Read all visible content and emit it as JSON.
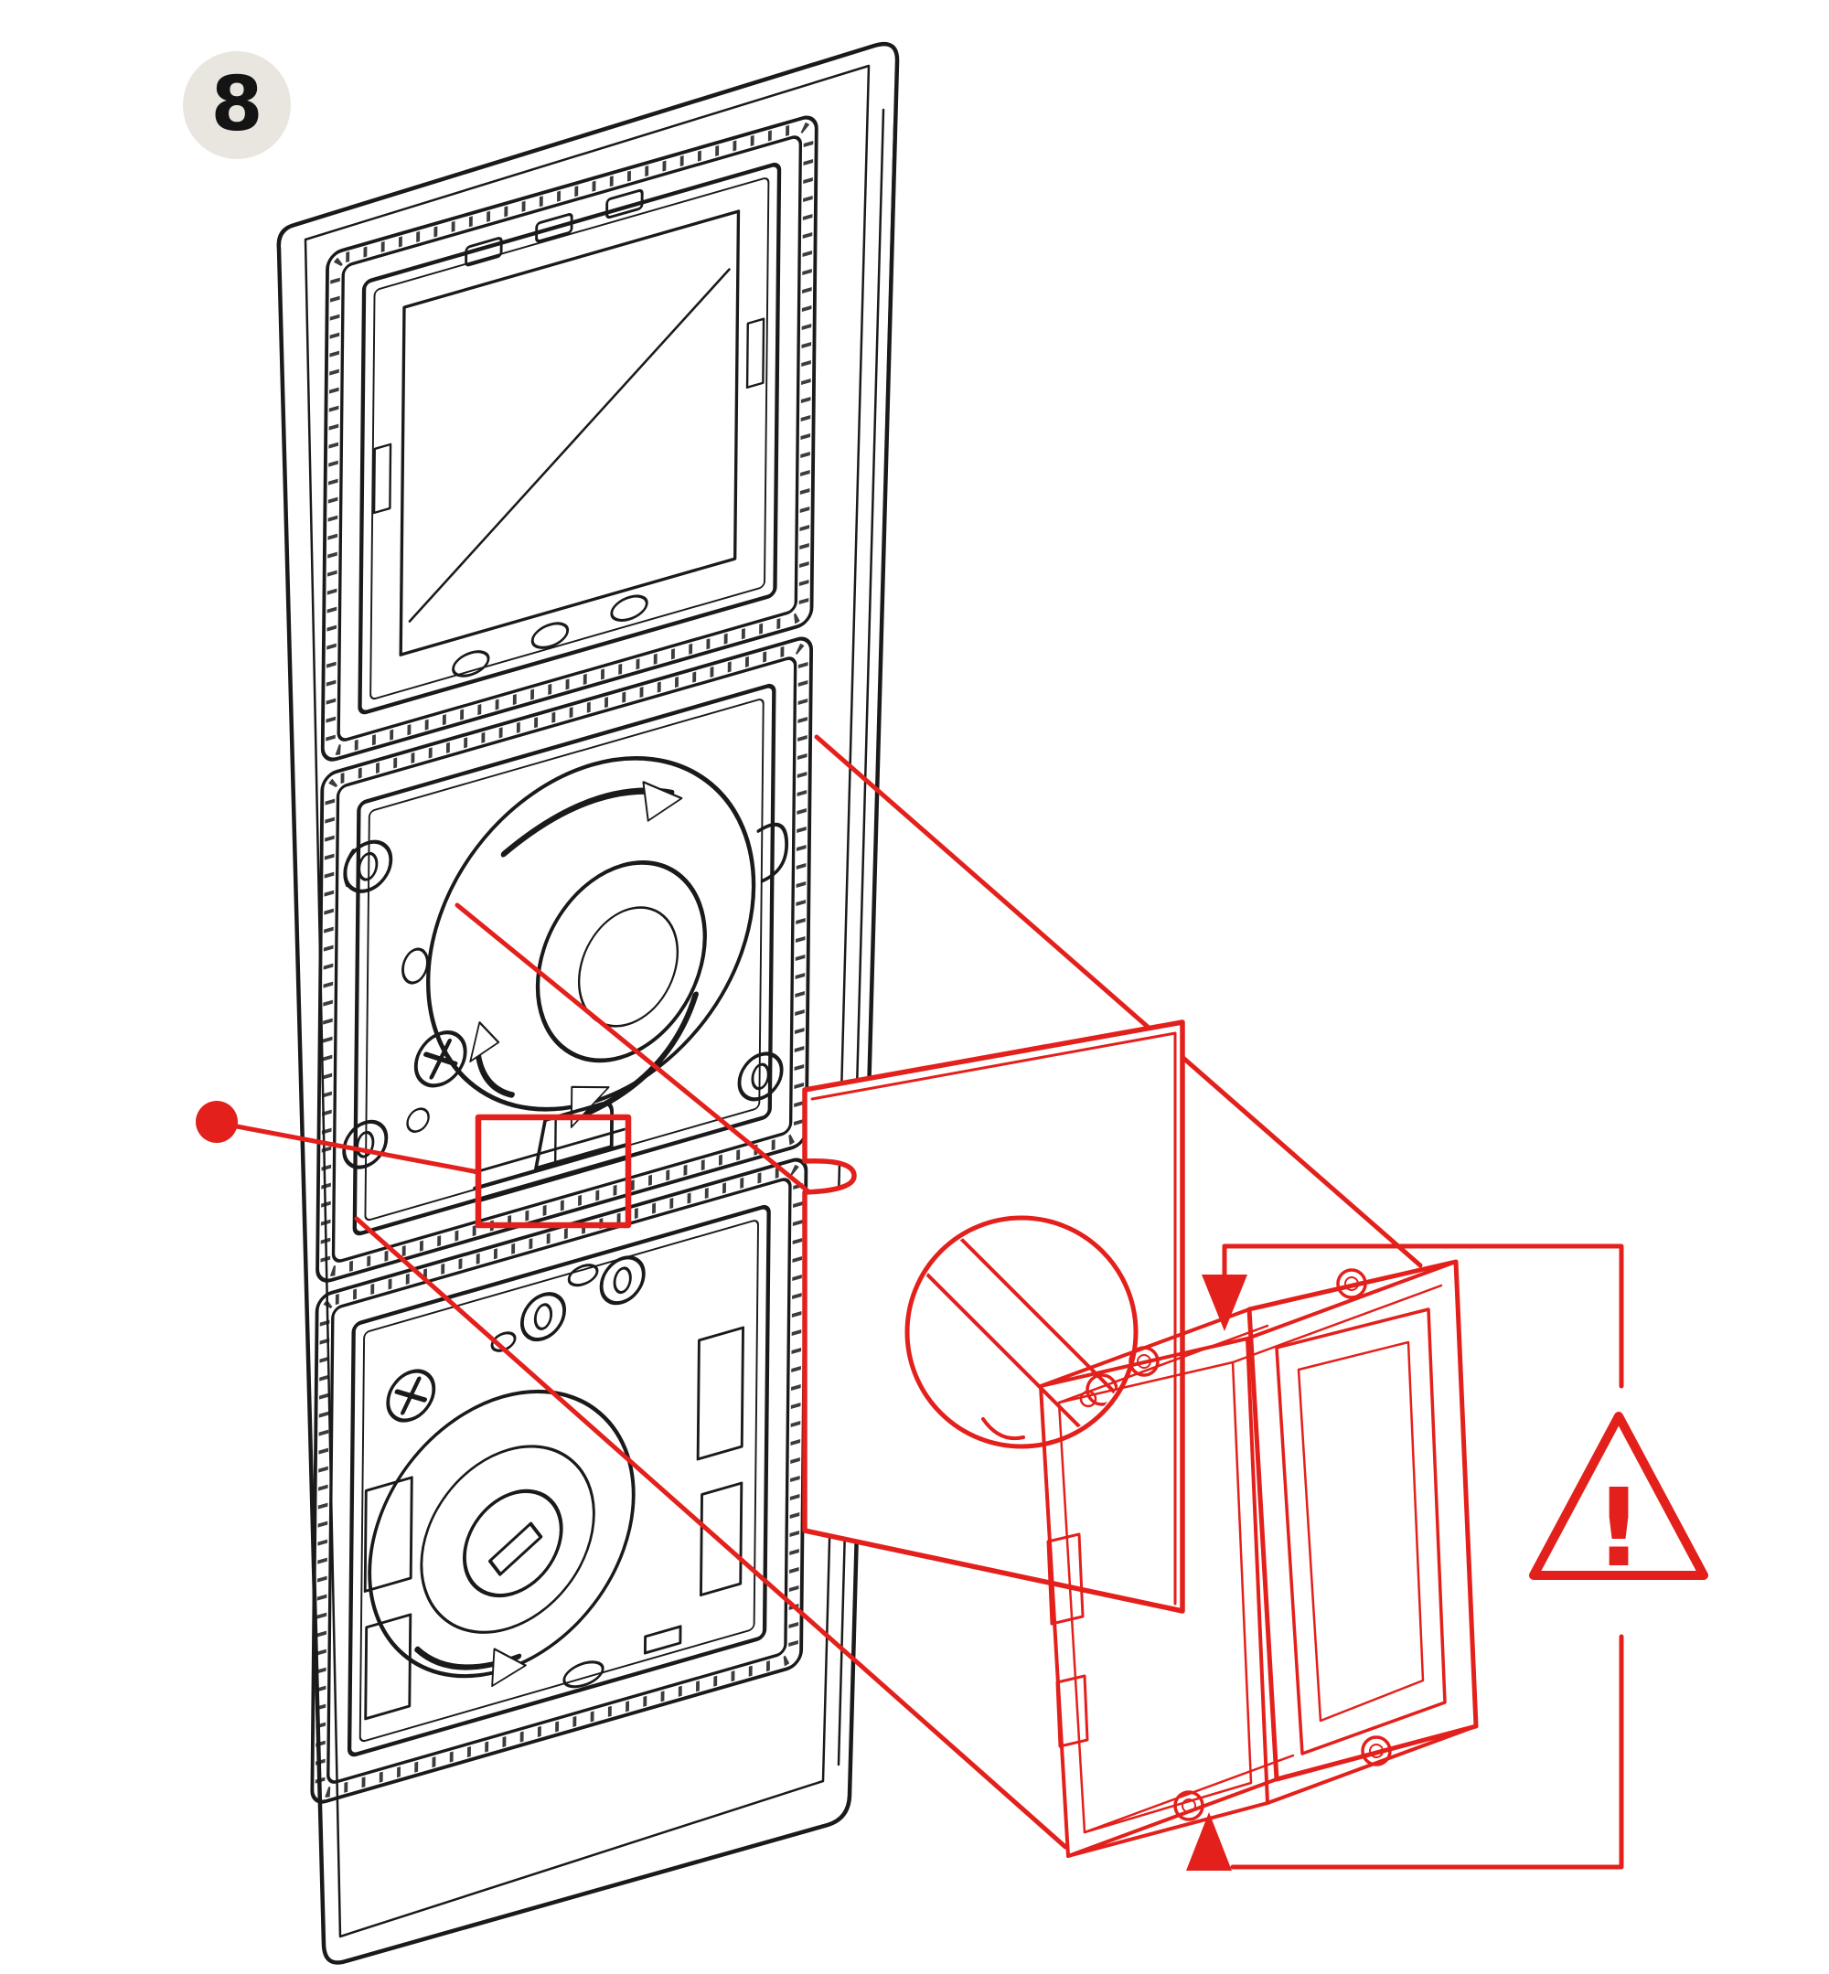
{
  "figure": {
    "kind": "installation-step-diagram",
    "step_label": "8"
  },
  "badge": {
    "label": "8",
    "background": "#e9e6e0",
    "text_color": "#141414"
  },
  "colors": {
    "background": "#ffffff",
    "ink": "#1a1a1a",
    "annotation": "#e3201b"
  },
  "warning": {
    "symbol": "!"
  },
  "icon_names": [
    "step-badge",
    "triple-frame-plate",
    "rotation-arrow-icon",
    "phillips-screw-icon",
    "callout-dot",
    "detail-highlight-box",
    "zoom-callout-line",
    "membrane-plate",
    "membrane-hole",
    "mounting-box",
    "arrow-down-icon",
    "arrow-up-icon",
    "dimension-bracket",
    "warning-triangle-icon"
  ]
}
